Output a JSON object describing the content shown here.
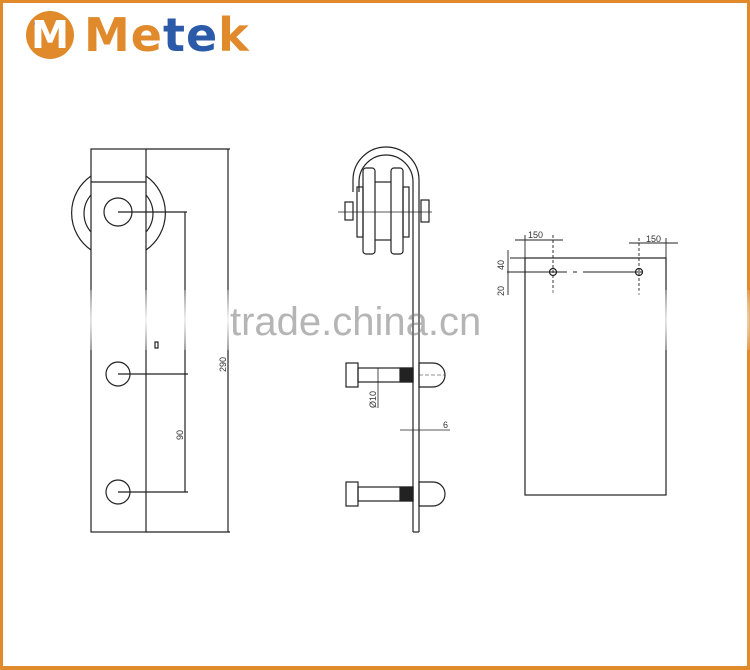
{
  "brand": {
    "logo_letter": "M",
    "name_part1": "Me",
    "name_part2": "te",
    "name_part3": "k",
    "name_full": "Metek",
    "colors": {
      "orange": "#e08a2c",
      "blue": "#2a5aa8",
      "frame": "#e08a2c"
    }
  },
  "watermark": {
    "text": "trade.china.cn"
  },
  "front_view": {
    "dimensions": {
      "overall_height": "290",
      "hole_spacing": "90"
    }
  },
  "side_view": {
    "dimensions": {
      "bolt_diameter": "Ø10",
      "plate_thickness": "6"
    }
  },
  "door_view": {
    "dimensions": {
      "left_offset": "150",
      "right_offset": "150",
      "top_offset": "40",
      "side_offset": "20"
    }
  }
}
